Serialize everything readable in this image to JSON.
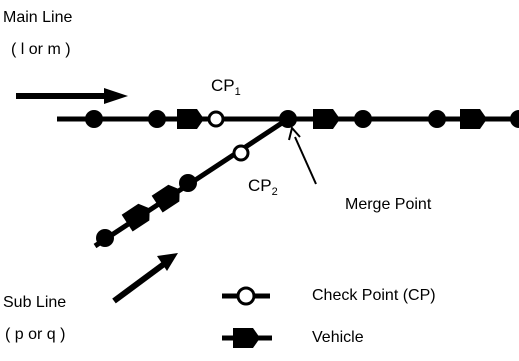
{
  "labels": {
    "main_line": "Main Line",
    "main_line_sub": "( l or m )",
    "sub_line": "Sub Line",
    "sub_line_sub": "( p or q )",
    "cp1_main": "CP",
    "cp1_sub": "1",
    "cp2_main": "CP",
    "cp2_sub": "2",
    "merge_point": "Merge Point"
  },
  "legend": {
    "check_point": "Check Point (CP)",
    "vehicle": "Vehicle"
  },
  "colors": {
    "ink": "#000000",
    "background": "#ffffff"
  }
}
